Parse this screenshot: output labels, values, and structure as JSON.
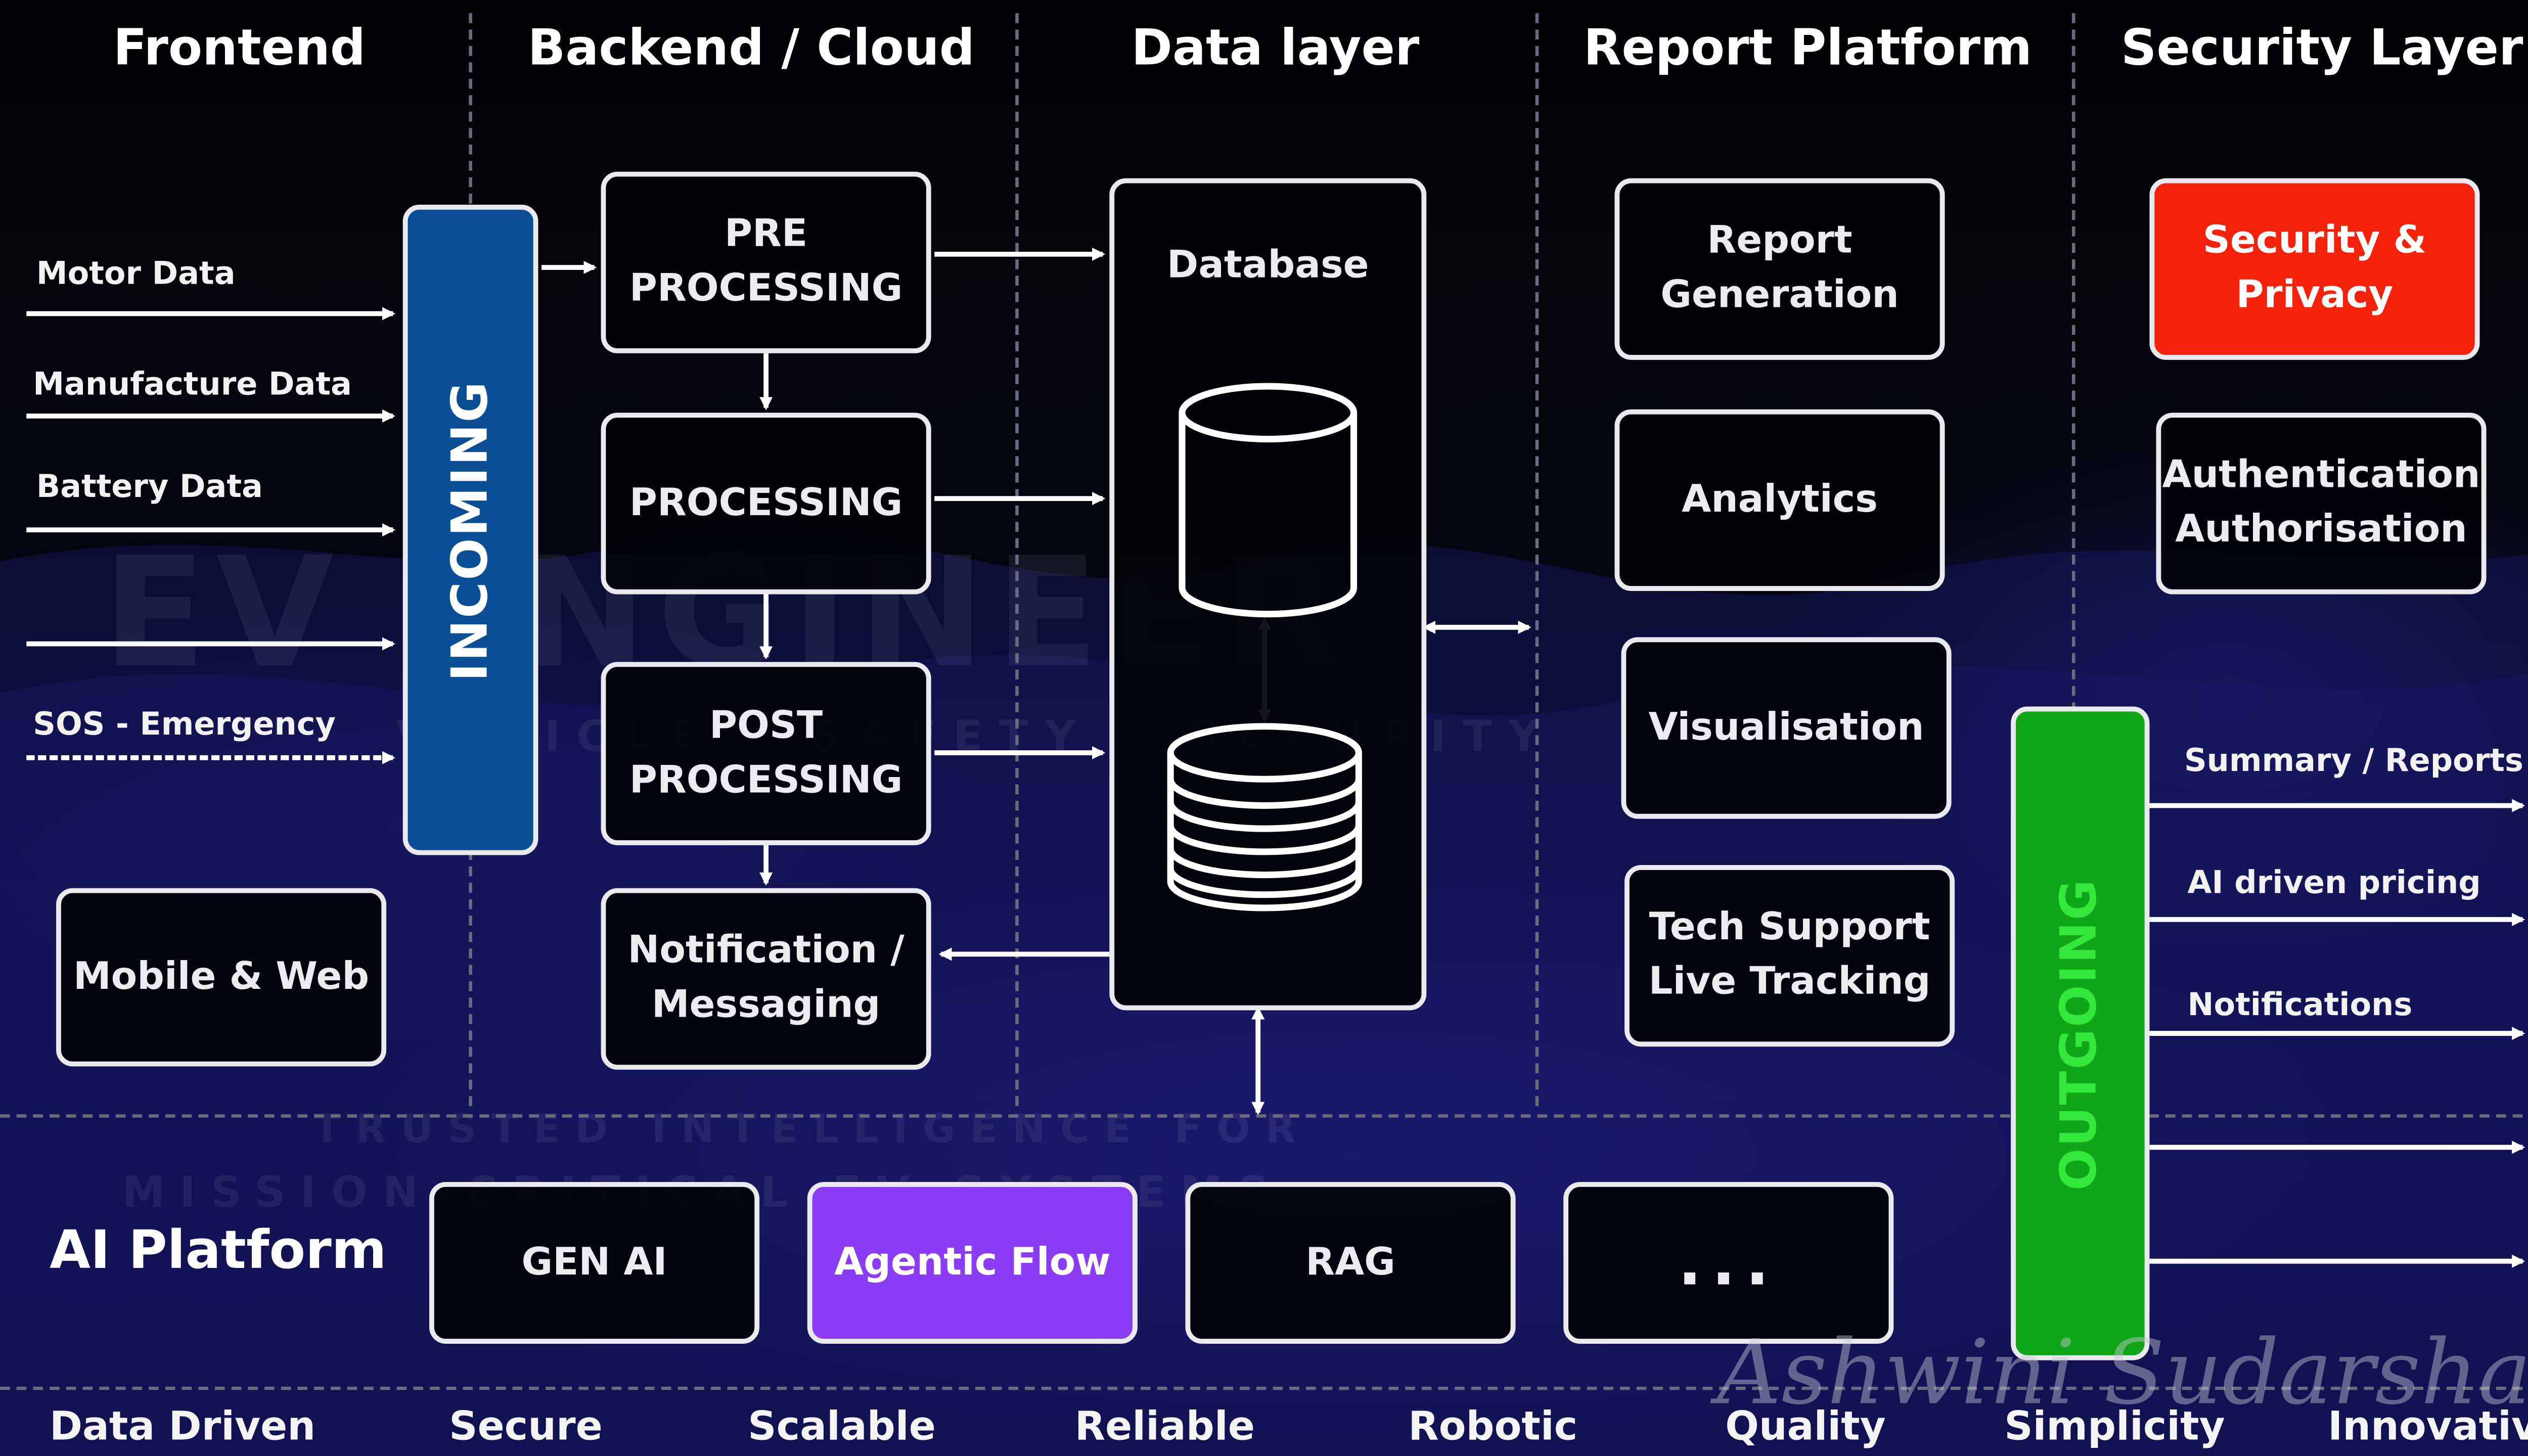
{
  "columns": {
    "frontend": "Frontend",
    "backend": "Backend / Cloud",
    "data_layer": "Data layer",
    "report_platform": "Report Platform",
    "security_layer": "Security Layer"
  },
  "frontend": {
    "inputs": [
      "Motor Data",
      "Manufacture Data",
      "Battery Data",
      "SOS - Emergency"
    ],
    "incoming_label": "INCOMING",
    "mobile_web": "Mobile & Web"
  },
  "backend": {
    "pre_processing": "PRE\nPROCESSING",
    "processing": "PROCESSING",
    "post_processing": "POST\nPROCESSING",
    "notification": "Notification /\nMessaging"
  },
  "data_layer": {
    "database": "Database"
  },
  "report_platform": {
    "report_generation": "Report\nGeneration",
    "analytics": "Analytics",
    "visualisation": "Visualisation",
    "tech_support": "Tech Support\nLive Tracking"
  },
  "security_layer": {
    "security_privacy": "Security &\nPrivacy",
    "authentication": "Authentication\nAuthorisation",
    "outgoing_label": "OUTGOING",
    "outputs": [
      "Summary  / Reports",
      "AI driven pricing",
      "Notifications"
    ]
  },
  "ai_platform": {
    "title": "AI Platform",
    "items": [
      "GEN AI",
      "Agentic Flow",
      "RAG",
      "..."
    ]
  },
  "footer": [
    "Data Driven",
    "Secure",
    "Scalable",
    "Reliable",
    "Robotic",
    "Quality",
    "Simplicity",
    "Innovative"
  ],
  "watermarks": {
    "brand": "EV ENGINEER",
    "tagline": "VEHICLE · SAFETY · SECURITY",
    "line1": "TRUSTED INTELLIGENCE FOR",
    "line2": "MISSION-CRITICAL EV SYSTEMS"
  },
  "signature": "Ashwini Sudarshana",
  "colors": {
    "incoming_bar": "#0a4f96",
    "outgoing_bar": "#11a51a",
    "outgoing_text": "#33e83a",
    "security_privacy": "#f4210b",
    "agentic_flow": "#8a3df5",
    "border": "#e9e9ee",
    "arrow": "#ffffff"
  },
  "icons": {
    "database": "database-cylinder-icon",
    "storage": "stacked-disks-icon"
  }
}
